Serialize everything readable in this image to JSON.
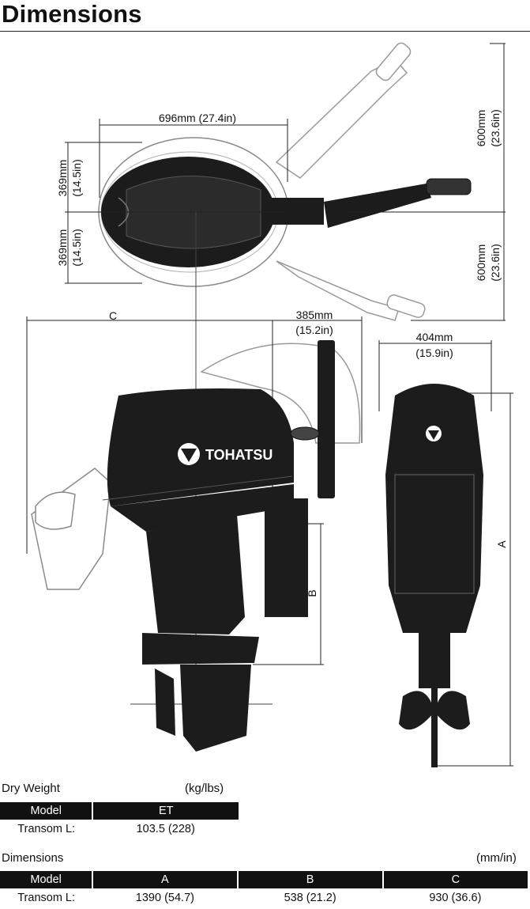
{
  "header": {
    "title": "Dimensions"
  },
  "diagram": {
    "brand": "TOHATSU",
    "top_view": {
      "width": "696mm (27.4in)",
      "half_upper_mm": "369mm",
      "half_upper_in": "(14.5in)",
      "half_lower_mm": "369mm",
      "half_lower_in": "(14.5in)",
      "tiller_upper_mm": "600mm",
      "tiller_upper_in": "(23.6in)",
      "tiller_lower_mm": "600mm",
      "tiller_lower_in": "(23.6in)"
    },
    "side_view": {
      "c_label": "C",
      "b_label": "B",
      "tiller_mm": "385mm",
      "tiller_in": "(15.2in)"
    },
    "rear_view": {
      "width_mm": "404mm",
      "width_in": "(15.9in)",
      "a_label": "A"
    }
  },
  "dry_weight": {
    "title": "Dry Weight",
    "unit": "(kg/lbs)",
    "headers": [
      "Model",
      "ET"
    ],
    "rows": [
      [
        "Transom L:",
        "103.5 (228)"
      ]
    ]
  },
  "dimensions_table": {
    "title": "Dimensions",
    "unit": "(mm/in)",
    "headers": [
      "Model",
      "A",
      "B",
      "C"
    ],
    "rows": [
      [
        "Transom L:",
        "1390 (54.7)",
        "538 (21.2)",
        "930 (36.6)"
      ]
    ]
  }
}
